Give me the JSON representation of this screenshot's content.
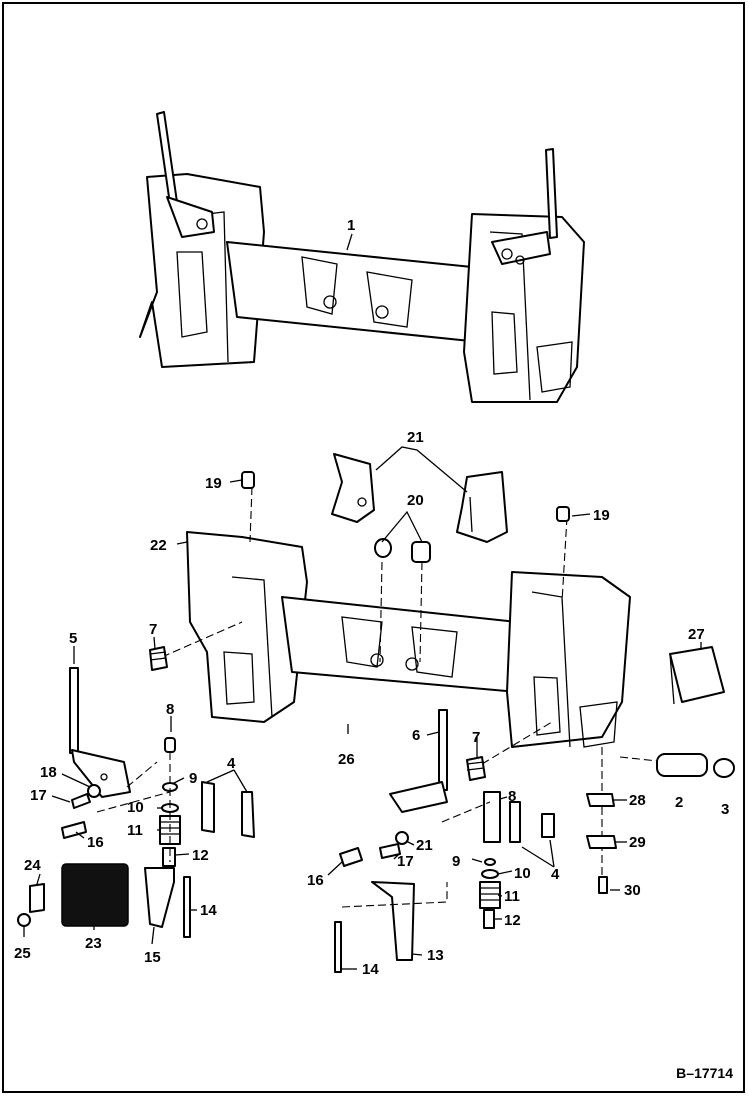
{
  "diagram": {
    "reference": "B–17714",
    "callouts": [
      {
        "id": "c1",
        "text": "1"
      },
      {
        "id": "c21",
        "text": "21"
      },
      {
        "id": "c19a",
        "text": "19"
      },
      {
        "id": "c20",
        "text": "20"
      },
      {
        "id": "c19b",
        "text": "19"
      },
      {
        "id": "c22",
        "text": "22"
      },
      {
        "id": "c5",
        "text": "5"
      },
      {
        "id": "c7a",
        "text": "7"
      },
      {
        "id": "c27",
        "text": "27"
      },
      {
        "id": "c8a",
        "text": "8"
      },
      {
        "id": "c4a",
        "text": "4"
      },
      {
        "id": "c26",
        "text": "26"
      },
      {
        "id": "c6",
        "text": "6"
      },
      {
        "id": "c7b",
        "text": "7"
      },
      {
        "id": "c18",
        "text": "18"
      },
      {
        "id": "c9a",
        "text": "9"
      },
      {
        "id": "c17a",
        "text": "17"
      },
      {
        "id": "c10a",
        "text": "10"
      },
      {
        "id": "c28",
        "text": "28"
      },
      {
        "id": "c2",
        "text": "2"
      },
      {
        "id": "c3",
        "text": "3"
      },
      {
        "id": "c8b",
        "text": "8"
      },
      {
        "id": "c11a",
        "text": "11"
      },
      {
        "id": "c16a",
        "text": "16"
      },
      {
        "id": "c21b",
        "text": "21"
      },
      {
        "id": "c29",
        "text": "29"
      },
      {
        "id": "c12a",
        "text": "12"
      },
      {
        "id": "c17b",
        "text": "17"
      },
      {
        "id": "c9b",
        "text": "9"
      },
      {
        "id": "c10b",
        "text": "10"
      },
      {
        "id": "c4b",
        "text": "4"
      },
      {
        "id": "c24",
        "text": "24"
      },
      {
        "id": "c16b",
        "text": "16"
      },
      {
        "id": "c30",
        "text": "30"
      },
      {
        "id": "c11b",
        "text": "11"
      },
      {
        "id": "c14a",
        "text": "14"
      },
      {
        "id": "c12b",
        "text": "12"
      },
      {
        "id": "c25",
        "text": "25"
      },
      {
        "id": "c23",
        "text": "23"
      },
      {
        "id": "c15",
        "text": "15"
      },
      {
        "id": "c13",
        "text": "13"
      },
      {
        "id": "c14b",
        "text": "14"
      }
    ]
  }
}
